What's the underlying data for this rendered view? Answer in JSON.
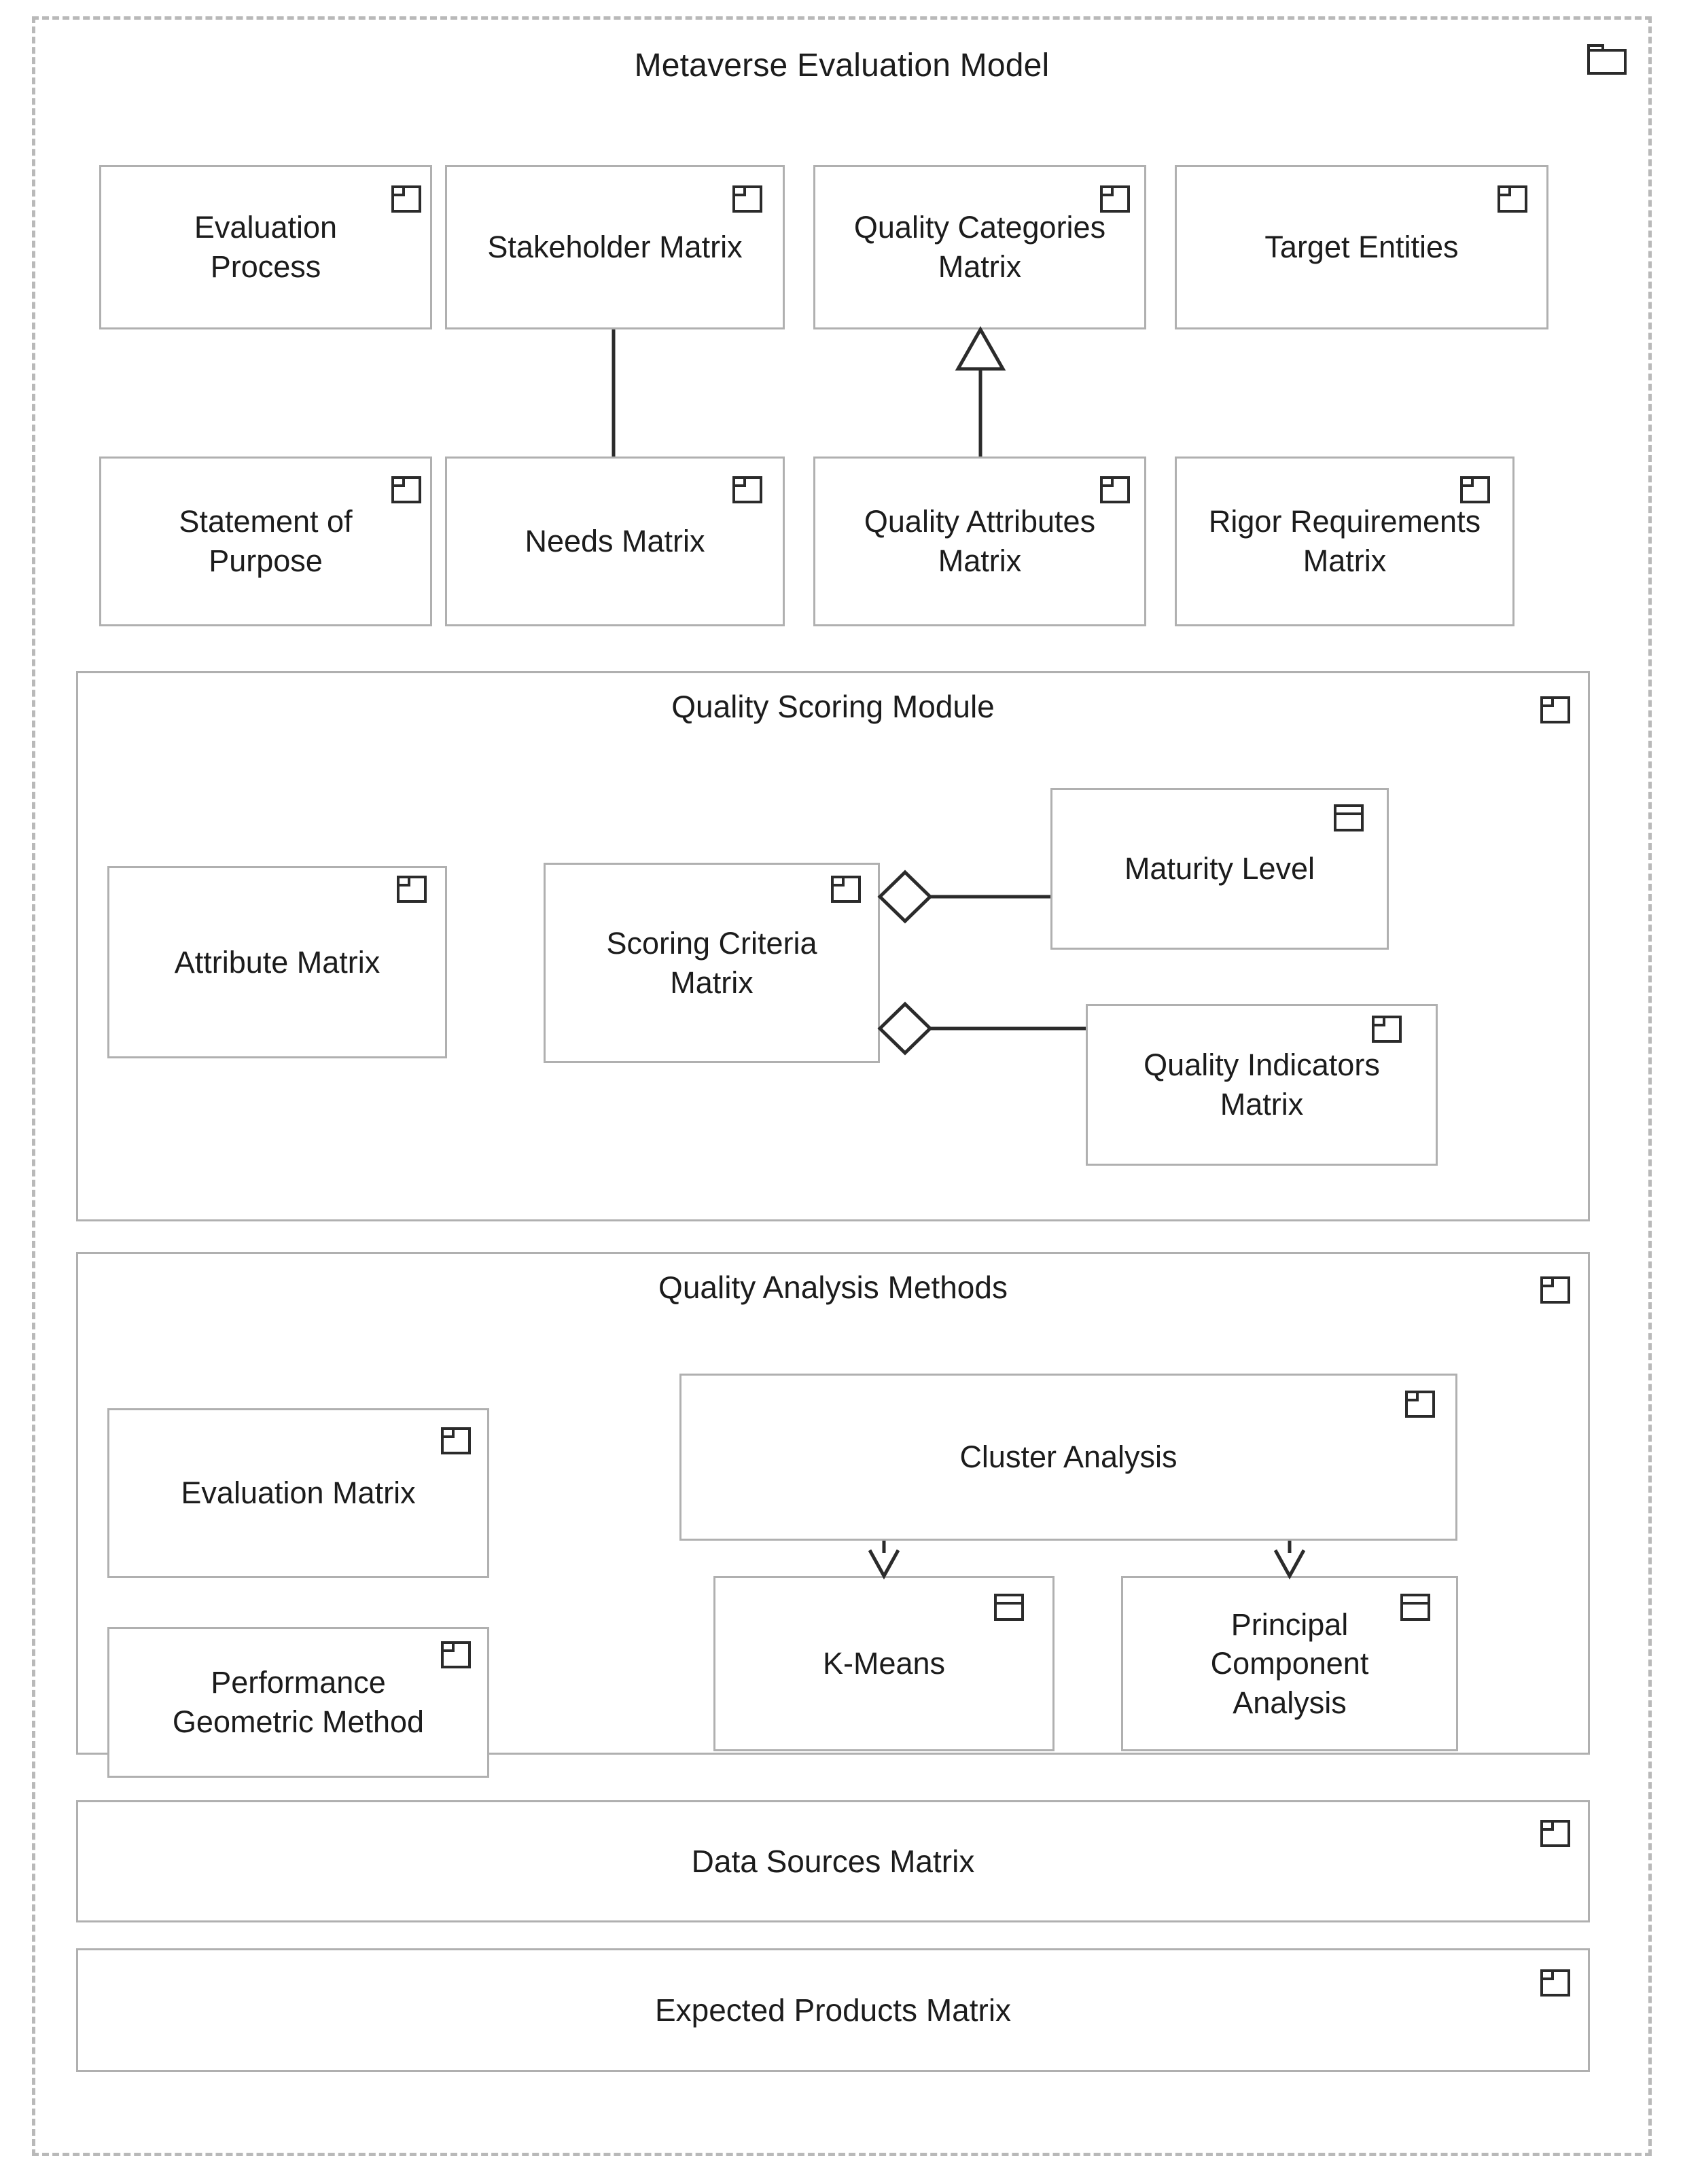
{
  "diagram": {
    "title": "Metaverse Evaluation Model",
    "root_icon": "package-folder-icon",
    "colors": {
      "node_border": "#b0b0b0",
      "outer_border": "#b9b9b9",
      "connector": "#2b2b2b",
      "text": "#1c1c1c",
      "background": "#ffffff"
    }
  },
  "top_level_nodes": [
    {
      "id": "evaluation-process",
      "label": "Evaluation\nProcess",
      "icon": "package-icon"
    },
    {
      "id": "stakeholder-matrix",
      "label": "Stakeholder Matrix",
      "icon": "package-icon"
    },
    {
      "id": "quality-categories-matrix",
      "label": "Quality Categories\nMatrix",
      "icon": "package-icon"
    },
    {
      "id": "target-entities",
      "label": "Target Entities",
      "icon": "package-icon"
    },
    {
      "id": "statement-of-purpose",
      "label": "Statement of\nPurpose",
      "icon": "package-icon"
    },
    {
      "id": "needs-matrix",
      "label": "Needs Matrix",
      "icon": "package-icon"
    },
    {
      "id": "quality-attributes-matrix",
      "label": "Quality Attributes\nMatrix",
      "icon": "package-icon"
    },
    {
      "id": "rigor-requirements-matrix",
      "label": "Rigor Requirements\nMatrix",
      "icon": "package-icon"
    }
  ],
  "modules": [
    {
      "id": "quality-scoring-module",
      "title": "Quality Scoring Module",
      "icon": "package-icon",
      "nodes": [
        {
          "id": "attribute-matrix",
          "label": "Attribute Matrix",
          "icon": "package-icon"
        },
        {
          "id": "scoring-criteria-matrix",
          "label": "Scoring Criteria\nMatrix",
          "icon": "package-icon"
        },
        {
          "id": "maturity-level",
          "label": "Maturity Level",
          "icon": "class-icon"
        },
        {
          "id": "quality-indicators-matrix",
          "label": "Quality Indicators\nMatrix",
          "icon": "package-icon"
        }
      ]
    },
    {
      "id": "quality-analysis-methods",
      "title": "Quality Analysis Methods",
      "icon": "package-icon",
      "nodes": [
        {
          "id": "evaluation-matrix",
          "label": "Evaluation Matrix",
          "icon": "package-icon"
        },
        {
          "id": "cluster-analysis",
          "label": "Cluster Analysis",
          "icon": "package-icon"
        },
        {
          "id": "performance-geometric-method",
          "label": "Performance\nGeometric Method",
          "icon": "package-icon"
        },
        {
          "id": "k-means",
          "label": "K-Means",
          "icon": "class-icon"
        },
        {
          "id": "principal-component-analysis",
          "label": "Principal\nComponent\nAnalysis",
          "icon": "class-icon"
        }
      ]
    }
  ],
  "bottom_bars": [
    {
      "id": "data-sources-matrix",
      "title": "Data Sources Matrix",
      "icon": "package-icon"
    },
    {
      "id": "expected-products-matrix",
      "title": "Expected Products Matrix",
      "icon": "package-icon"
    }
  ],
  "relationships": [
    {
      "type": "association",
      "from": "stakeholder-matrix",
      "to": "needs-matrix",
      "style": "solid-line"
    },
    {
      "type": "generalization",
      "from": "quality-attributes-matrix",
      "to": "quality-categories-matrix",
      "style": "solid-hollow-triangle"
    },
    {
      "type": "aggregation",
      "from": "scoring-criteria-matrix",
      "to": "maturity-level",
      "style": "hollow-diamond"
    },
    {
      "type": "aggregation",
      "from": "scoring-criteria-matrix",
      "to": "quality-indicators-matrix",
      "style": "hollow-diamond"
    },
    {
      "type": "dependency",
      "from": "cluster-analysis",
      "to": "k-means",
      "style": "dashed-open-arrow"
    },
    {
      "type": "dependency",
      "from": "cluster-analysis",
      "to": "principal-component-analysis",
      "style": "dashed-open-arrow"
    }
  ]
}
